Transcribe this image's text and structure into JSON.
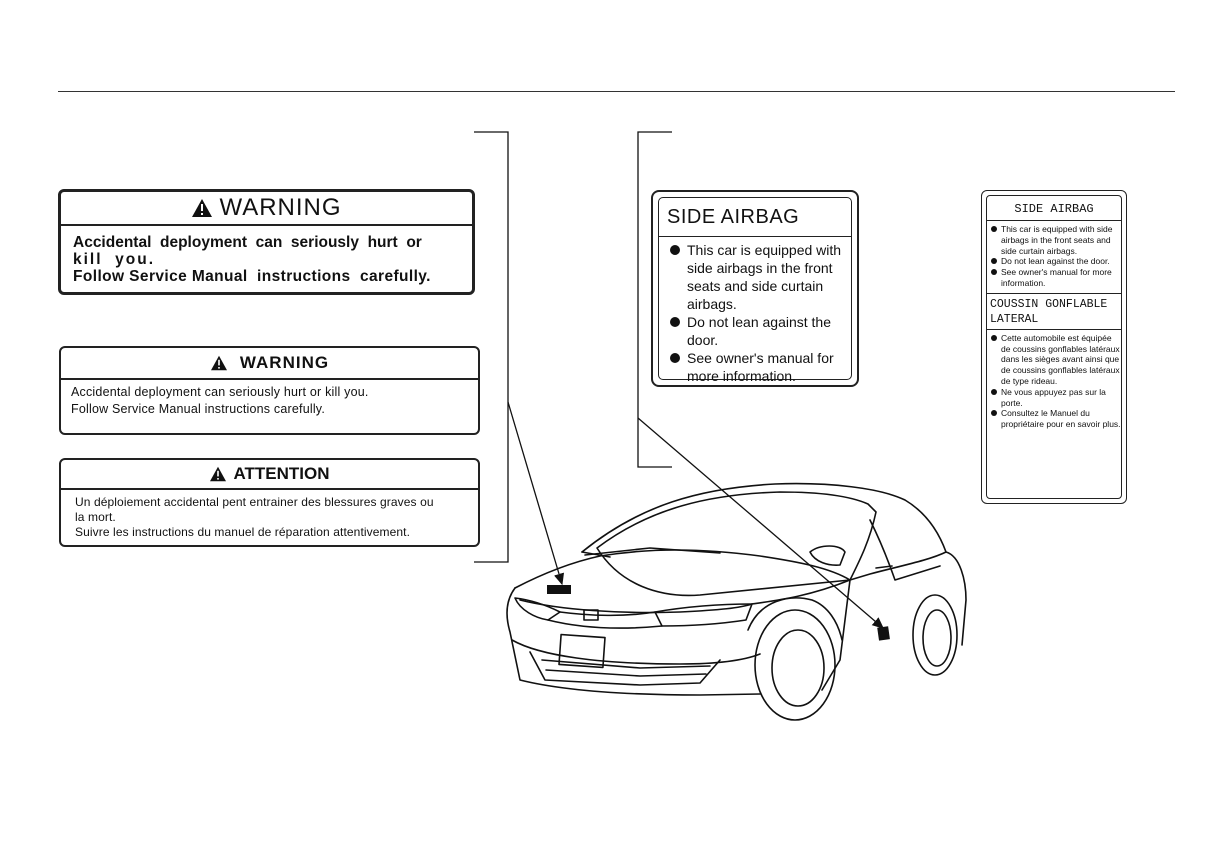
{
  "label_hood_1": {
    "heading": "WARNING",
    "line1": "Accidental  deployment  can  seriously  hurt  or",
    "line2": "kill  you.",
    "line3": "Follow Service Manual  instructions  carefully."
  },
  "label_hood_2": {
    "heading": "WARNING",
    "line1": "Accidental deployment can seriously hurt or kill you.",
    "line2": "Follow Service Manual instructions carefully."
  },
  "label_hood_3": {
    "heading": "ATTENTION",
    "line1": "Un déploiement accidental pent entrainer des blessures graves ou",
    "line2": "la mort.",
    "line3": "Suivre les instructions du manuel de réparation attentivement."
  },
  "label_side_en": {
    "title": "SIDE AIRBAG",
    "items": [
      "This car is equipped with side airbags in the front seats and side curtain airbags.",
      "Do not lean against the door.",
      "See owner's manual for more information."
    ]
  },
  "label_side_bilingual": {
    "title_en": "SIDE AIRBAG",
    "items_en": [
      "This car is equipped with side airbags in the front seats and side curtain airbags.",
      "Do not lean against the door.",
      "See owner's manual for more information."
    ],
    "title_fr": "COUSSIN  GONFLABLE LATERAL",
    "items_fr": [
      "Cette automobile est équipée de coussins gonflables latéraux dans les sièges avant ainsi que de coussins gonflables latéraux de type rideau.",
      "Ne vous appuyez pas sur la porte.",
      "Consultez le Manuel du propriétaire pour en savoir plus."
    ]
  }
}
